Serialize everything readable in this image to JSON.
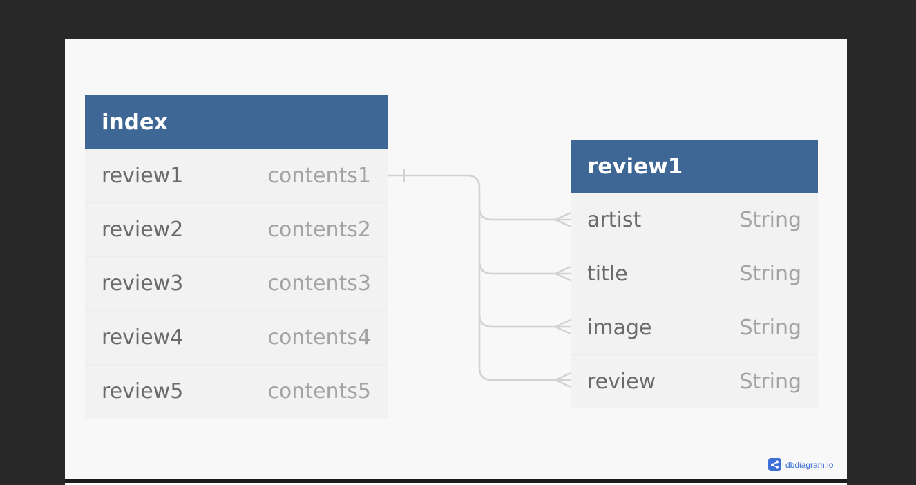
{
  "tables": {
    "index": {
      "name": "index",
      "rows": [
        {
          "name": "review1",
          "type": "contents1"
        },
        {
          "name": "review2",
          "type": "contents2"
        },
        {
          "name": "review3",
          "type": "contents3"
        },
        {
          "name": "review4",
          "type": "contents4"
        },
        {
          "name": "review5",
          "type": "contents5"
        }
      ]
    },
    "review1": {
      "name": "review1",
      "rows": [
        {
          "name": "artist",
          "type": "String"
        },
        {
          "name": "title",
          "type": "String"
        },
        {
          "name": "image",
          "type": "String"
        },
        {
          "name": "review",
          "type": "String"
        }
      ]
    }
  },
  "relationship": {
    "from": "index.review1",
    "to": [
      "review1.artist",
      "review1.title",
      "review1.image",
      "review1.review"
    ],
    "cardinality": "one-to-many"
  },
  "brand": {
    "label": "dbdiagram.io",
    "icon": "share-network-icon"
  },
  "colors": {
    "header": "#3f6795",
    "brand": "#3d6fd6",
    "connector": "#d2d2d2"
  }
}
